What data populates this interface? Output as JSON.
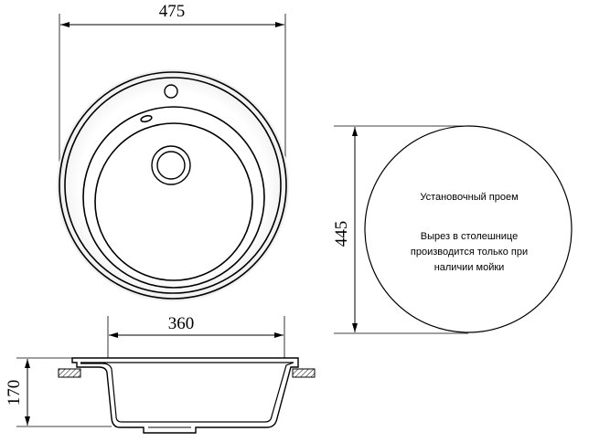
{
  "top_view": {
    "width_label": "475"
  },
  "cutout": {
    "height_label": "445",
    "title": "Установочный проем",
    "note_lines": [
      "Вырез в столешнице",
      "производится только при",
      "наличии мойки"
    ]
  },
  "side_view": {
    "bowl_width_label": "360",
    "depth_label": "170"
  }
}
